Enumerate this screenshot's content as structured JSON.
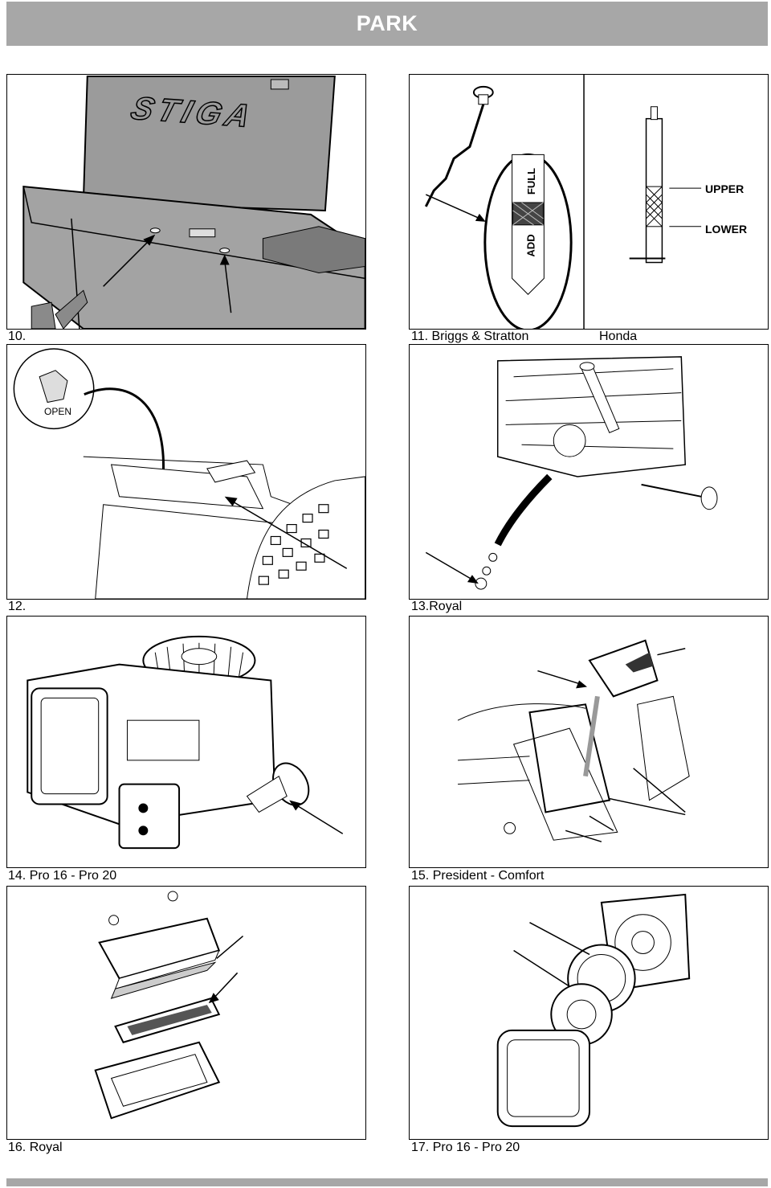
{
  "header": {
    "title": "PARK"
  },
  "captions": {
    "fig10": "10.",
    "fig11_left": "11. Briggs & Stratton",
    "fig11_right": "Honda",
    "fig12": "12.",
    "fig13": "13.Royal",
    "fig14": "14. Pro 16 - Pro 20",
    "fig15": "15. President - Comfort",
    "fig16": "16. Royal",
    "fig17": "17. Pro 16 - Pro 20"
  },
  "figures": {
    "fig10": {
      "logo_text": "STIGA"
    },
    "fig11": {
      "dipstick_full": "FULL",
      "dipstick_add": "ADD",
      "upper": "UPPER",
      "lower": "LOWER"
    },
    "fig12": {
      "valve_label": "OPEN"
    }
  },
  "colors": {
    "header_bg": "#a7a7a7",
    "seat_fill": "#9b9b9b"
  }
}
